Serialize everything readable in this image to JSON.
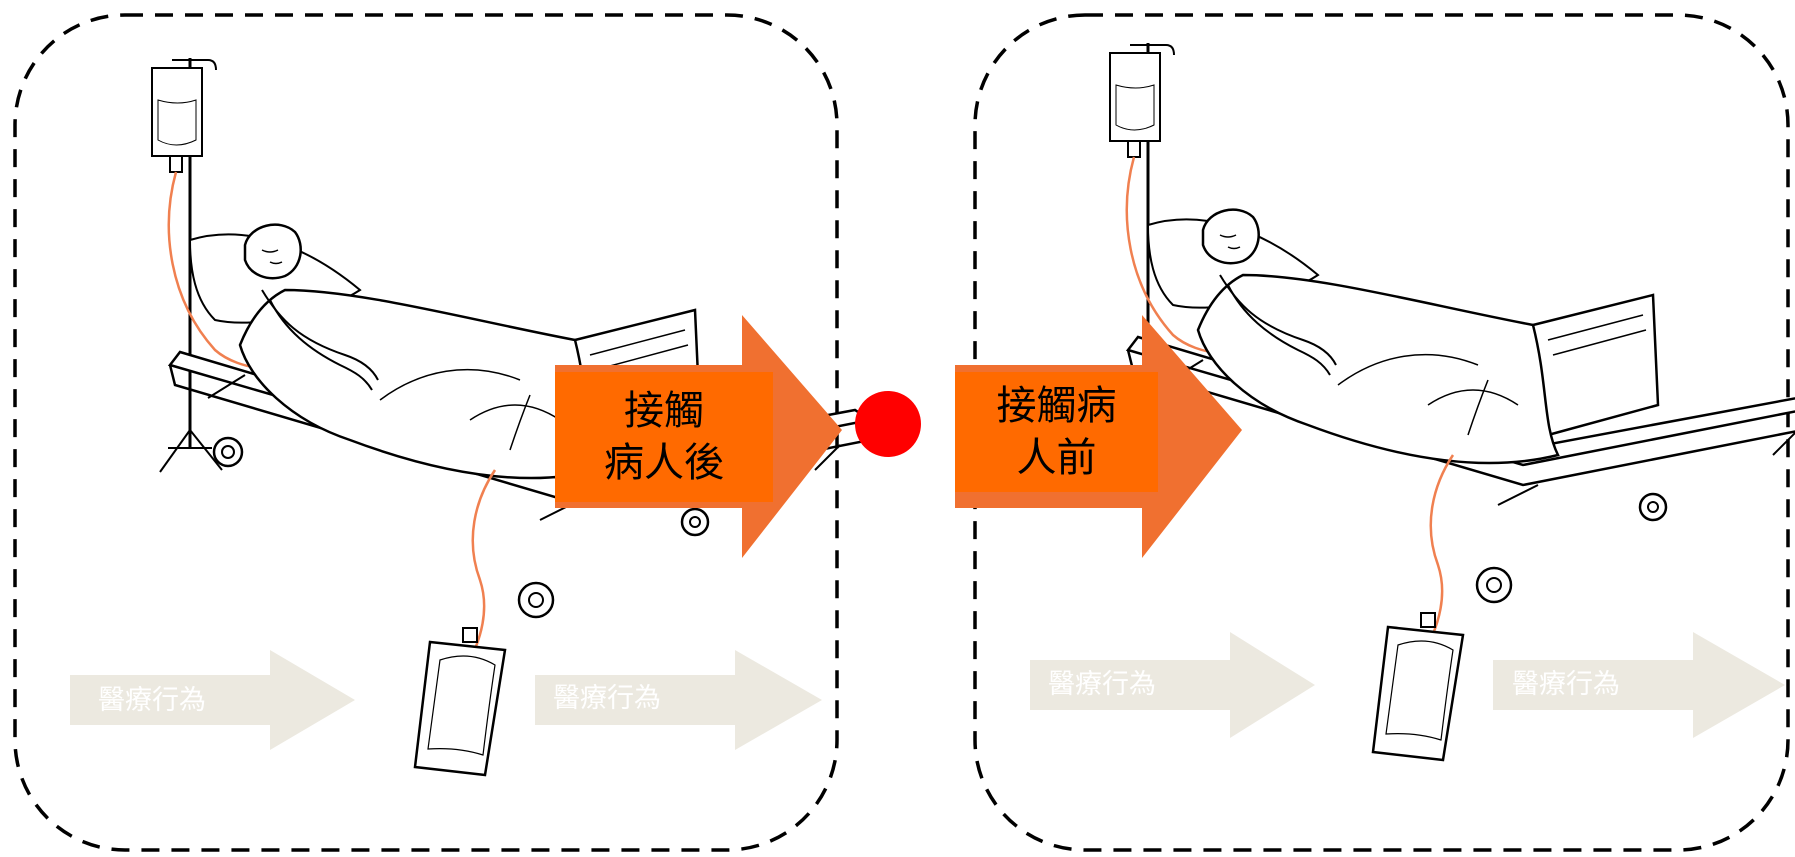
{
  "colors": {
    "arrow_fill": "#ff6a00",
    "arrow_edge": "#f07030",
    "dot": "#ff0000",
    "ghost_arrow": "#ece9e0",
    "iv_tube": "#f08050"
  },
  "panels": [
    {
      "label": "接觸\n病人後",
      "background_arrows": [
        "醫療行為",
        "醫療行為"
      ]
    },
    {
      "label": "接觸病\n人前",
      "background_arrows": [
        "醫療行為",
        "醫療行為"
      ]
    }
  ],
  "icons": [
    "patient-bed-illustration",
    "iv-bag-icon",
    "drainage-bag-icon",
    "red-dot-icon"
  ]
}
